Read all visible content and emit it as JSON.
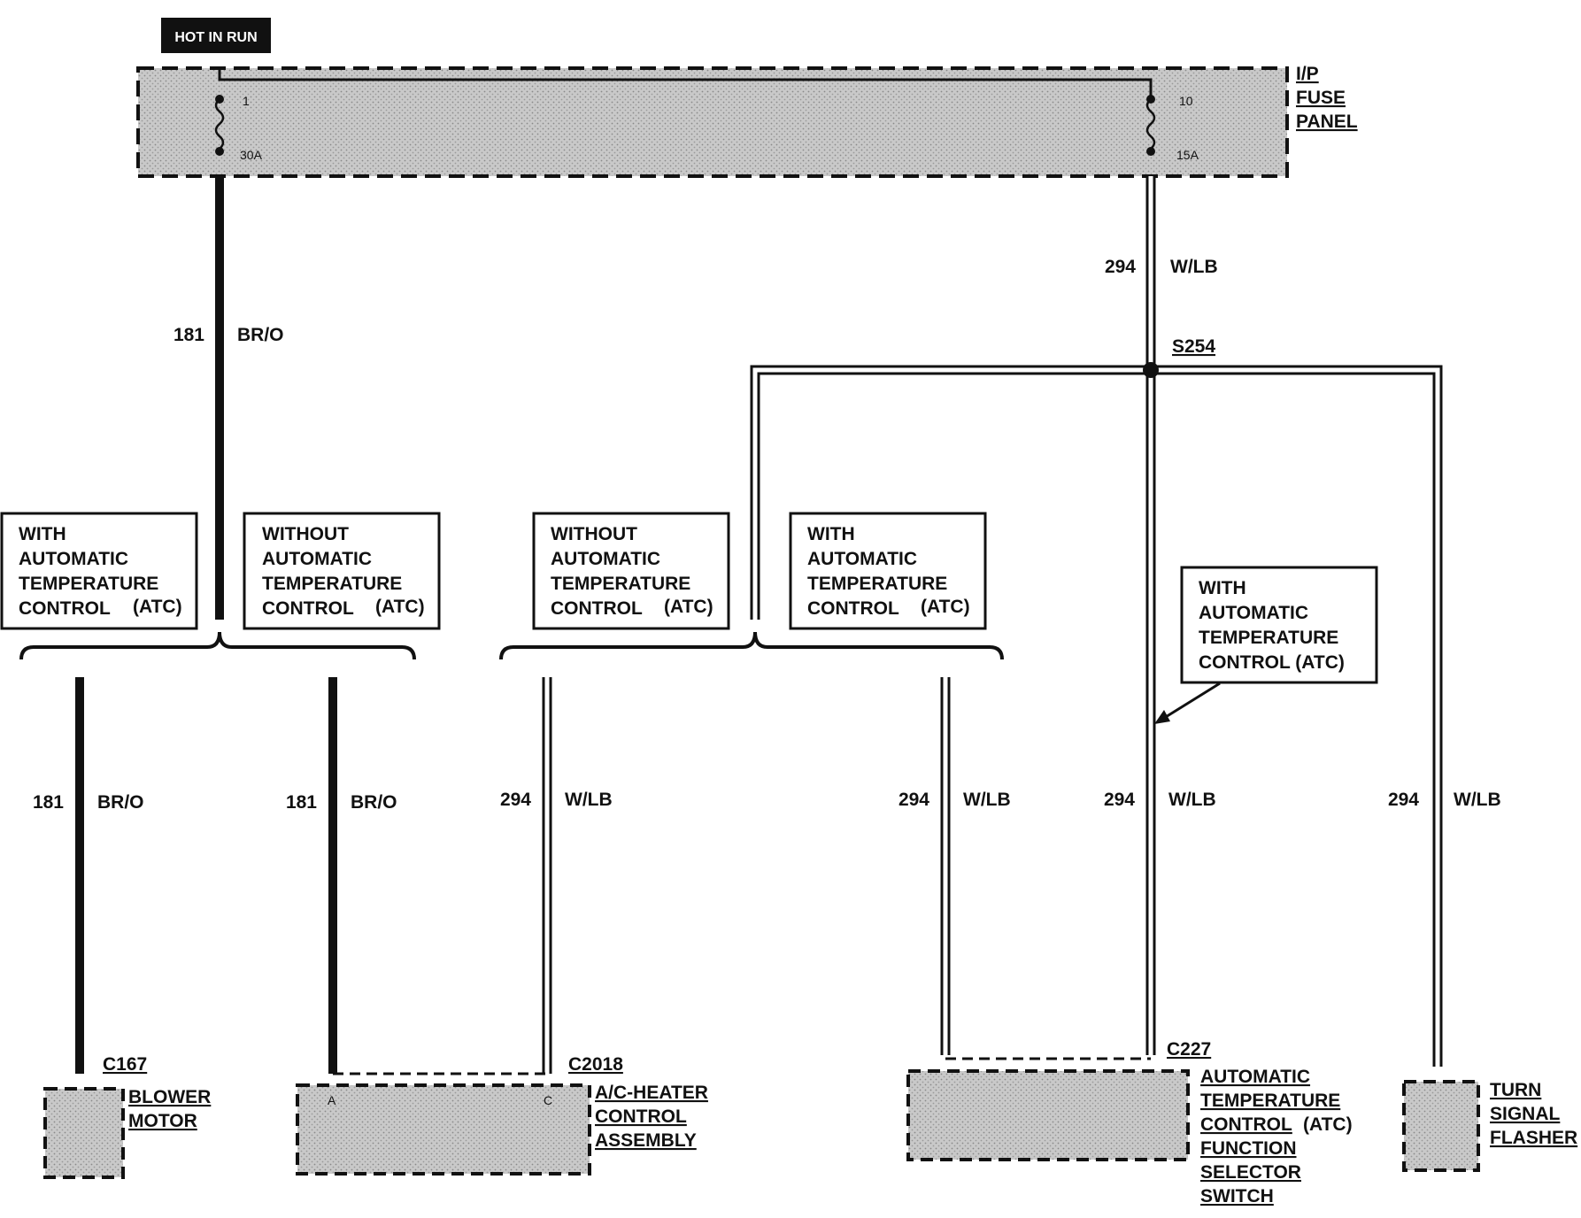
{
  "hot_in_run": "HOT IN RUN",
  "fuse_panel": {
    "name_lines": [
      "I/P",
      "FUSE",
      "PANEL"
    ],
    "fuse_left": {
      "number": "1",
      "rating": "30A"
    },
    "fuse_right": {
      "number": "10",
      "rating": "15A"
    }
  },
  "splice": "S254",
  "wires": {
    "circuit_181": "181",
    "color_181": "BR/O",
    "circuit_294": "294",
    "color_294": "W/LB"
  },
  "option_boxes": [
    {
      "lines": [
        "WITH",
        "AUTOMATIC",
        "TEMPERATURE"
      ],
      "last": "CONTROL",
      "atc": "(ATC)"
    },
    {
      "lines": [
        "WITHOUT",
        "AUTOMATIC",
        "TEMPERATURE"
      ],
      "last": "CONTROL",
      "atc": "(ATC)"
    },
    {
      "lines": [
        "WITHOUT",
        "AUTOMATIC",
        "TEMPERATURE"
      ],
      "last": "CONTROL",
      "atc": "(ATC)"
    },
    {
      "lines": [
        "WITH",
        "AUTOMATIC",
        "TEMPERATURE"
      ],
      "last": "CONTROL",
      "atc": "(ATC)"
    },
    {
      "lines": [
        "WITH",
        "AUTOMATIC",
        "TEMPERATURE"
      ],
      "last": "CONTROL (ATC)",
      "atc": ""
    }
  ],
  "connectors": {
    "blower": "C167",
    "heater": "C2018",
    "atc": "C227"
  },
  "heater_pins": {
    "a": "A",
    "c": "C"
  },
  "components": {
    "blower_motor": [
      "BLOWER",
      "MOTOR"
    ],
    "ac_heater": [
      "A/C-HEATER",
      "CONTROL",
      "ASSEMBLY"
    ],
    "atc_switch": [
      "AUTOMATIC",
      "TEMPERATURE",
      "CONTROL",
      "(ATC)",
      "FUNCTION",
      "SELECTOR",
      "SWITCH"
    ],
    "turn_signal": [
      "TURN",
      "SIGNAL",
      "FLASHER"
    ]
  }
}
